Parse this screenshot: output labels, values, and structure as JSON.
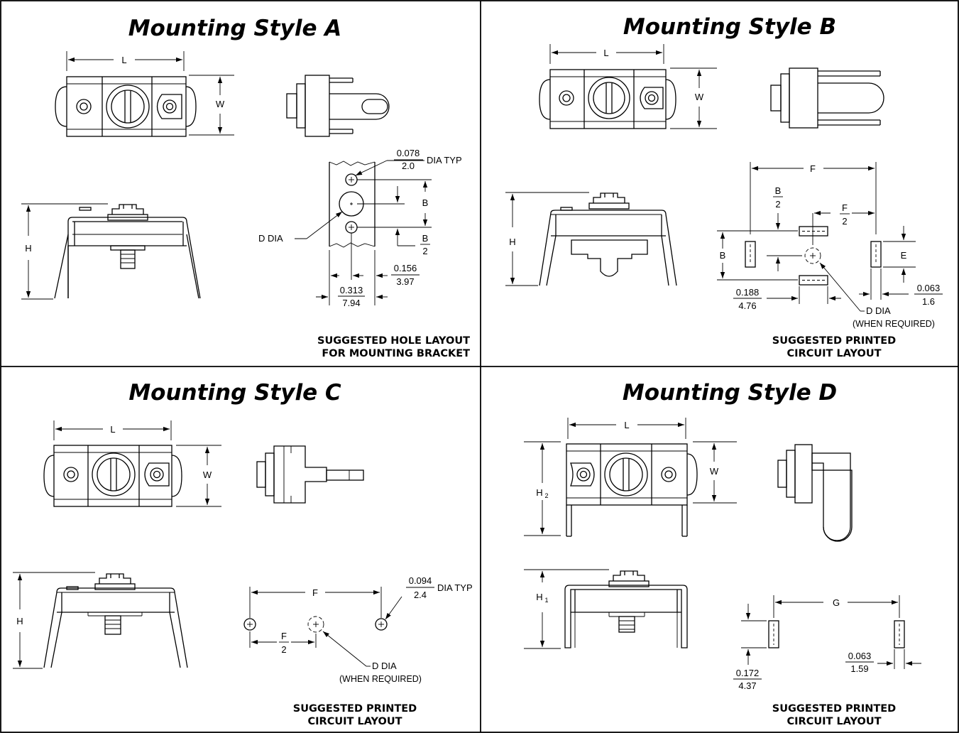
{
  "panels": {
    "a": {
      "title": "Mounting Style A",
      "caption_line1": "SUGGESTED HOLE LAYOUT",
      "caption_line2": "FOR MOUNTING BRACKET",
      "dims": {
        "L": "L",
        "W": "W",
        "H": "H",
        "B": "B",
        "B_half_num": "B",
        "B_half_den": "2",
        "d_dia": "D  DIA",
        "hole_num": "0.078",
        "hole_den": "2.0",
        "hole_suffix": "DIA TYP",
        "w313_num": "0.313",
        "w313_den": "7.94",
        "w156_num": "0.156",
        "w156_den": "3.97"
      }
    },
    "b": {
      "title": "Mounting Style B",
      "caption_line1": "SUGGESTED PRINTED",
      "caption_line2": "CIRCUIT LAYOUT",
      "dims": {
        "L": "L",
        "W": "W",
        "H": "H",
        "F": "F",
        "B": "B",
        "E": "E",
        "B_half_num": "B",
        "B_half_den": "2",
        "F_half_num": "F",
        "F_half_den": "2",
        "p188_num": "0.188",
        "p188_den": "4.76",
        "p063_num": "0.063",
        "p063_den": "1.6",
        "d_dia": "D DIA",
        "when_req": "(WHEN REQUIRED)"
      }
    },
    "c": {
      "title": "Mounting Style C",
      "caption_line1": "SUGGESTED PRINTED",
      "caption_line2": "CIRCUIT LAYOUT",
      "dims": {
        "L": "L",
        "W": "W",
        "H": "H",
        "F": "F",
        "F_half_num": "F",
        "F_half_den": "2",
        "hole_num": "0.094",
        "hole_den": "2.4",
        "hole_suffix": "DIA TYP",
        "d_dia": "D DIA",
        "when_req": "(WHEN REQUIRED)"
      }
    },
    "d": {
      "title": "Mounting Style D",
      "caption_line1": "SUGGESTED PRINTED",
      "caption_line2": "CIRCUIT LAYOUT",
      "dims": {
        "L": "L",
        "W": "W",
        "H2": "H",
        "H2_sub": "2",
        "H1": "H",
        "H1_sub": "1",
        "G": "G",
        "p172_num": "0.172",
        "p172_den": "4.37",
        "p063_num": "0.063",
        "p063_den": "1.59"
      }
    }
  }
}
